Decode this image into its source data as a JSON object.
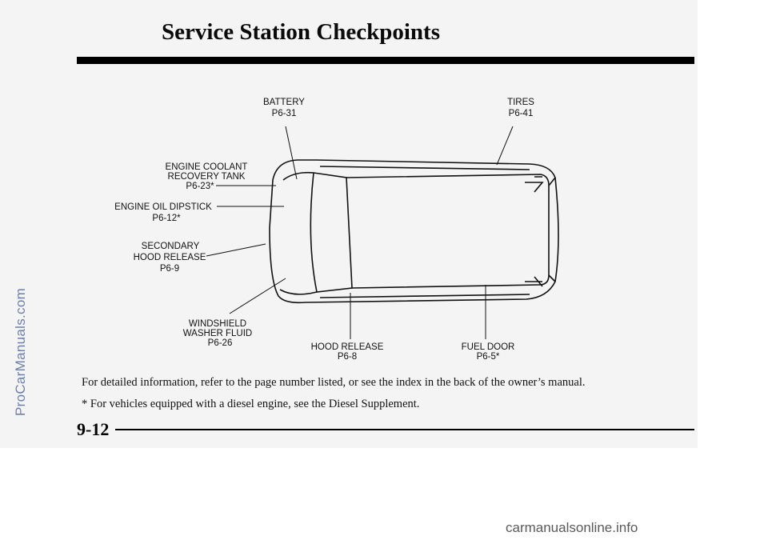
{
  "document": {
    "title": "Service Station Checkpoints",
    "page_number": "9-12",
    "watermark": "ProCarManuals.com",
    "site_footer": "carmanualsonline.info"
  },
  "diagram": {
    "labels": {
      "battery": {
        "name": "BATTERY",
        "page": "P6-31"
      },
      "tires": {
        "name": "TIRES",
        "page": "P6-41"
      },
      "coolant": {
        "line1": "ENGINE COOLANT",
        "line2": "RECOVERY TANK",
        "page": "P6-23*"
      },
      "oil": {
        "name": "ENGINE OIL DIPSTICK",
        "page": "P6-12*"
      },
      "secondary": {
        "line1": "SECONDARY",
        "line2": "HOOD RELEASE",
        "page": "P6-9"
      },
      "washer": {
        "line1": "WINDSHIELD",
        "line2": "WASHER FLUID",
        "page": "P6-26"
      },
      "hood": {
        "name": "HOOD RELEASE",
        "page": "P6-8"
      },
      "fuel": {
        "name": "FUEL DOOR",
        "page": "P6-5*"
      }
    }
  },
  "body": {
    "paragraph": "For detailed information, refer to the page number listed, or see the index in the back of the owner’s manual.",
    "footnote": "* For vehicles equipped with a diesel engine, see the Diesel Supplement."
  }
}
